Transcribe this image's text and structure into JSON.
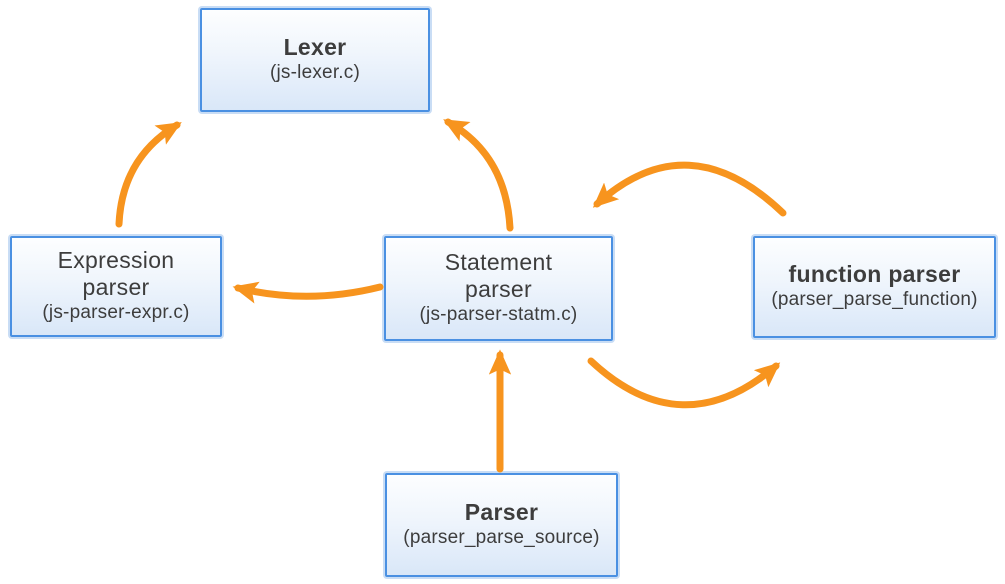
{
  "nodes": {
    "lexer": {
      "title": "Lexer",
      "subtitle": "(js-lexer.c)"
    },
    "expression_parser": {
      "title": "Expression\nparser",
      "subtitle": "(js-parser-expr.c)"
    },
    "statement_parser": {
      "title": "Statement\nparser",
      "subtitle": "(js-parser-statm.c)"
    },
    "function_parser": {
      "title": "function parser",
      "subtitle": "(parser_parse_function)"
    },
    "parser": {
      "title": "Parser",
      "subtitle": "(parser_parse_source)"
    }
  },
  "edges": [
    {
      "from": "expression_parser",
      "to": "lexer"
    },
    {
      "from": "statement_parser",
      "to": "lexer"
    },
    {
      "from": "statement_parser",
      "to": "expression_parser"
    },
    {
      "from": "function_parser",
      "to": "statement_parser"
    },
    {
      "from": "statement_parser",
      "to": "function_parser"
    },
    {
      "from": "parser",
      "to": "statement_parser"
    }
  ],
  "colors": {
    "arrow": "#F7941E",
    "box_border": "#4A90E2",
    "box_fill_top": "#FDFEFF",
    "box_fill_bottom": "#D9E7F8",
    "text": "#3D3D3D",
    "background": "#FFFFFF"
  }
}
